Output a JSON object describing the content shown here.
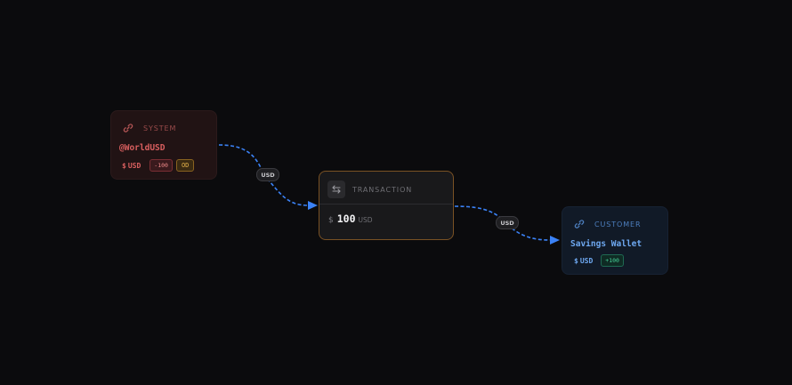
{
  "colors": {
    "background": "#0b0b0d",
    "edge": "#3b82f6",
    "system_accent": "#d95f5f",
    "transaction_border": "#7a5224",
    "customer_accent": "#6ea8f0"
  },
  "nodes": {
    "system": {
      "kind": "SYSTEM",
      "icon": "link-icon",
      "name": "@WorldUSD",
      "currency_symbol": "$",
      "currency": "USD",
      "delta": "-100",
      "flag": "OD"
    },
    "transaction": {
      "kind": "TRANSACTION",
      "icon": "swap-arrows-icon",
      "currency_symbol": "$",
      "amount": "100",
      "currency": "USD"
    },
    "customer": {
      "kind": "CUSTOMER",
      "icon": "link-icon",
      "name": "Savings Wallet",
      "currency_symbol": "$",
      "currency": "USD",
      "delta": "+100"
    }
  },
  "edges": [
    {
      "from": "system",
      "to": "transaction",
      "label": "USD"
    },
    {
      "from": "transaction",
      "to": "customer",
      "label": "USD"
    }
  ]
}
